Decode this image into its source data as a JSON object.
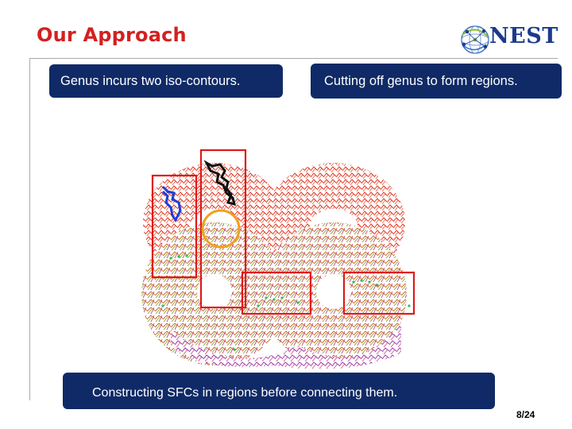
{
  "slide": {
    "title": "Our Approach",
    "logo_text": "NEST",
    "callouts": {
      "genus": "Genus incurs two  iso-contours.",
      "cutting": "Cutting  off genus to form regions.",
      "constructing": "Constructing SFCs  in regions before connecting them."
    },
    "page_number": "8/24"
  },
  "colors": {
    "title": "#d42020",
    "callout_bg": "#0f2a66",
    "logo": "#1b3a8c",
    "highlight_box": "#e01818",
    "highlight_circle": "#f0a020"
  },
  "icons": [
    "nest-globe-icon"
  ]
}
